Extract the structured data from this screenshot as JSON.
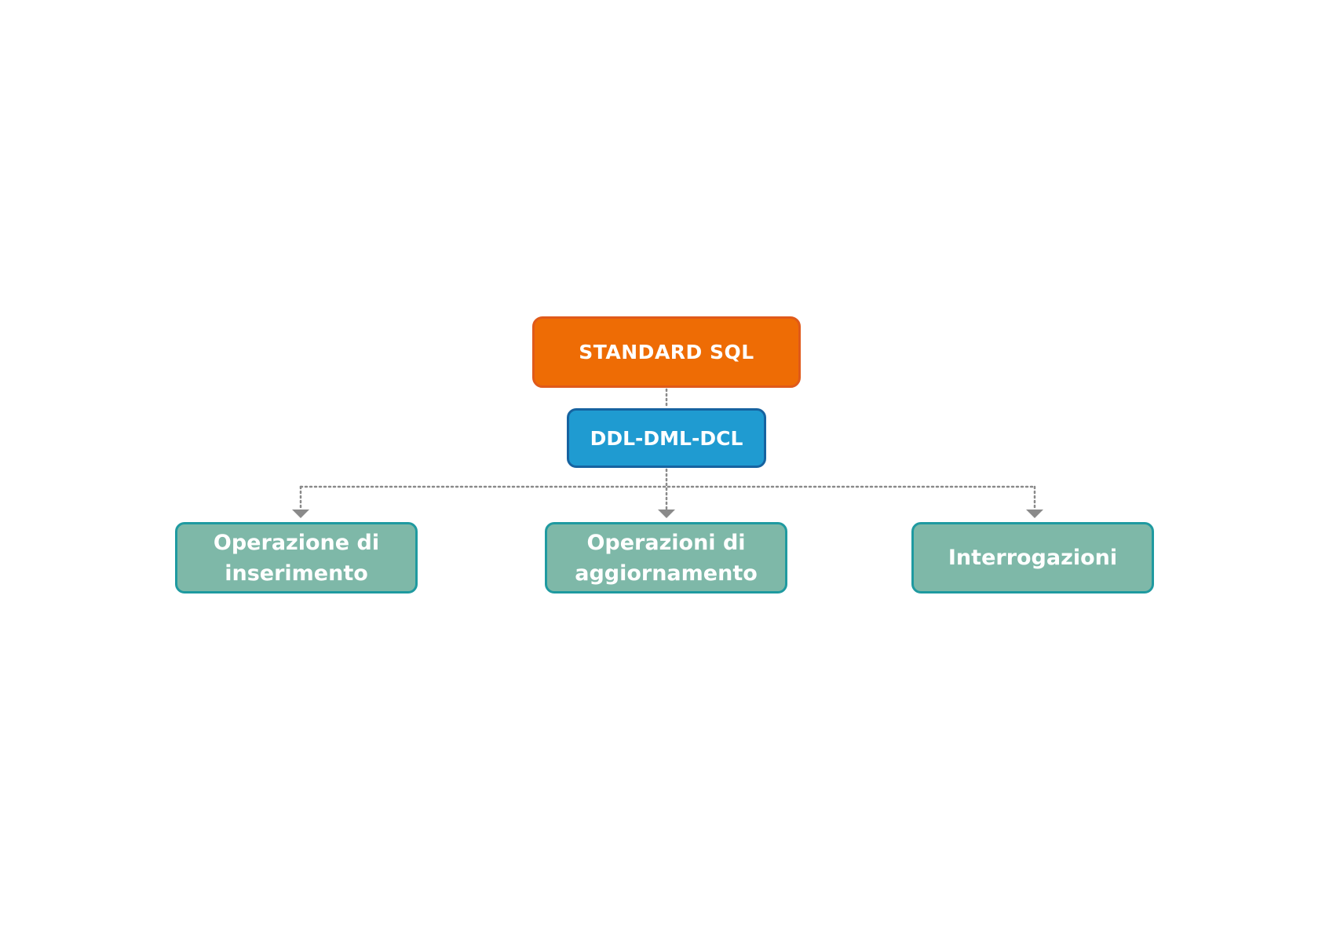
{
  "diagram": {
    "root": {
      "label": "STANDARD SQL",
      "fill": "#ee6c05",
      "border": "#e05a1a"
    },
    "child": {
      "label": "DDL-DML-DCL",
      "fill": "#1f9bd1",
      "border": "#1663a0"
    },
    "leaves": [
      {
        "label": "Operazione di inserimento"
      },
      {
        "label": "Operazioni di aggiornamento"
      },
      {
        "label": "Interrogazioni"
      }
    ],
    "leaf_fill": "#7eb8a8",
    "leaf_border": "#1f9aa0",
    "connector_color": "#8a8a8a"
  }
}
